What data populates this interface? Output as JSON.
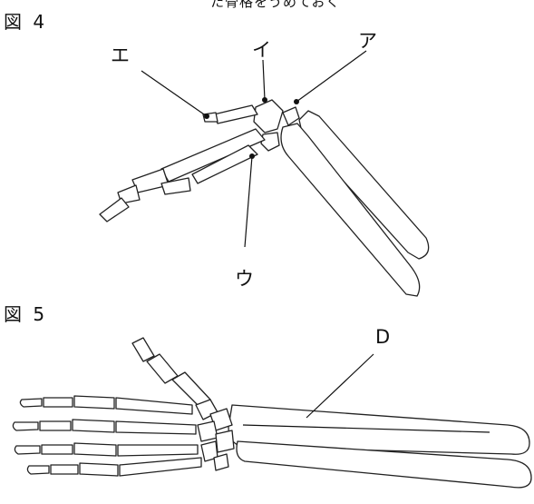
{
  "top_text": "た骨格をうめておく",
  "figure4": {
    "title": "図 4",
    "labels": {
      "a": "ア",
      "i": "イ",
      "u": "ウ",
      "e": "エ"
    }
  },
  "figure5": {
    "title": "図 5",
    "labels": {
      "d": "D"
    }
  }
}
